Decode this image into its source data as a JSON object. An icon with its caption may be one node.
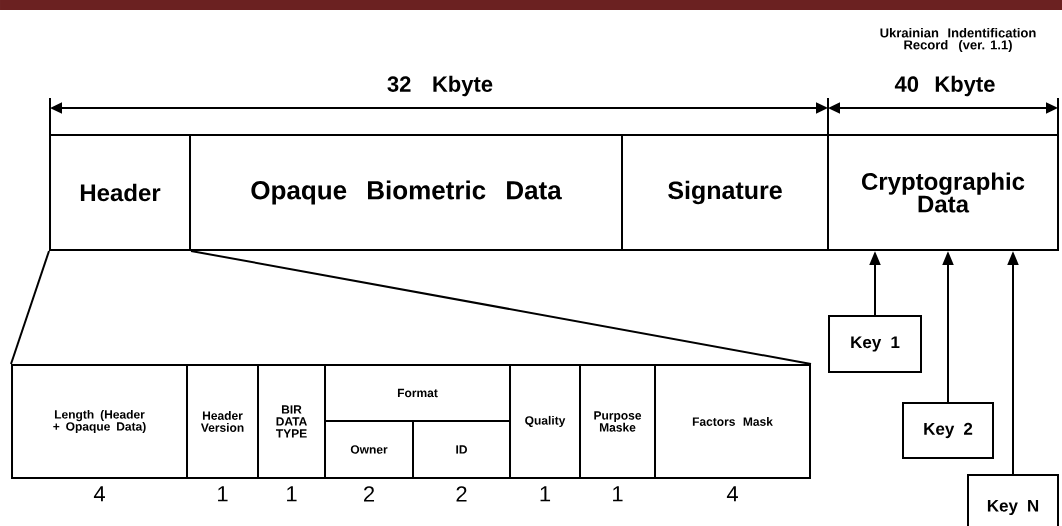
{
  "diagram": {
    "nodes": [
      {
        "text": [
          "Header"
        ]
      },
      {
        "text": [
          "Opaque Biometric Data"
        ]
      },
      {
        "text": [
          "Signature"
        ]
      },
      {
        "text": [
          "Cryptographic Data"
        ]
      },
      {
        "text": [
          "Key 1"
        ]
      },
      {
        "text": [
          "Key 2"
        ]
      },
      {
        "text": [
          "Key N"
        ]
      },
      {
        "text": [
          "Length (Header + Opaque Data)"
        ],
        "beside": [
          "4"
        ]
      },
      {
        "text": [
          "Header Version"
        ],
        "beside": [
          "1"
        ]
      },
      {
        "text": [
          "BIR DATA TYPE"
        ],
        "beside": [
          "1"
        ]
      },
      {
        "text": [
          "Format"
        ]
      },
      {
        "text": [
          "Owner"
        ],
        "beside": [
          "2"
        ]
      },
      {
        "text": [
          "ID"
        ],
        "beside": [
          "2"
        ]
      },
      {
        "text": [
          "Quality"
        ],
        "beside": [
          "1"
        ]
      },
      {
        "text": [
          "Purpose Maske"
        ],
        "beside": [
          "1"
        ]
      },
      {
        "text": [
          "Factors Mask"
        ],
        "beside": [
          "4"
        ]
      }
    ],
    "edges": [
      {
        "from": 0,
        "to": 7,
        "arrow": "none"
      },
      {
        "from": 0,
        "to": 15,
        "arrow": "none"
      },
      {
        "from": 4,
        "to": 3,
        "arrow": "to"
      },
      {
        "from": 5,
        "to": 3,
        "arrow": "to"
      },
      {
        "from": 6,
        "to": 3,
        "arrow": "to"
      }
    ],
    "labels": [
      "Ukrainian Indentification Record (ver. 1.1)",
      "32 Kbyte",
      "40 Kbyte"
    ]
  }
}
